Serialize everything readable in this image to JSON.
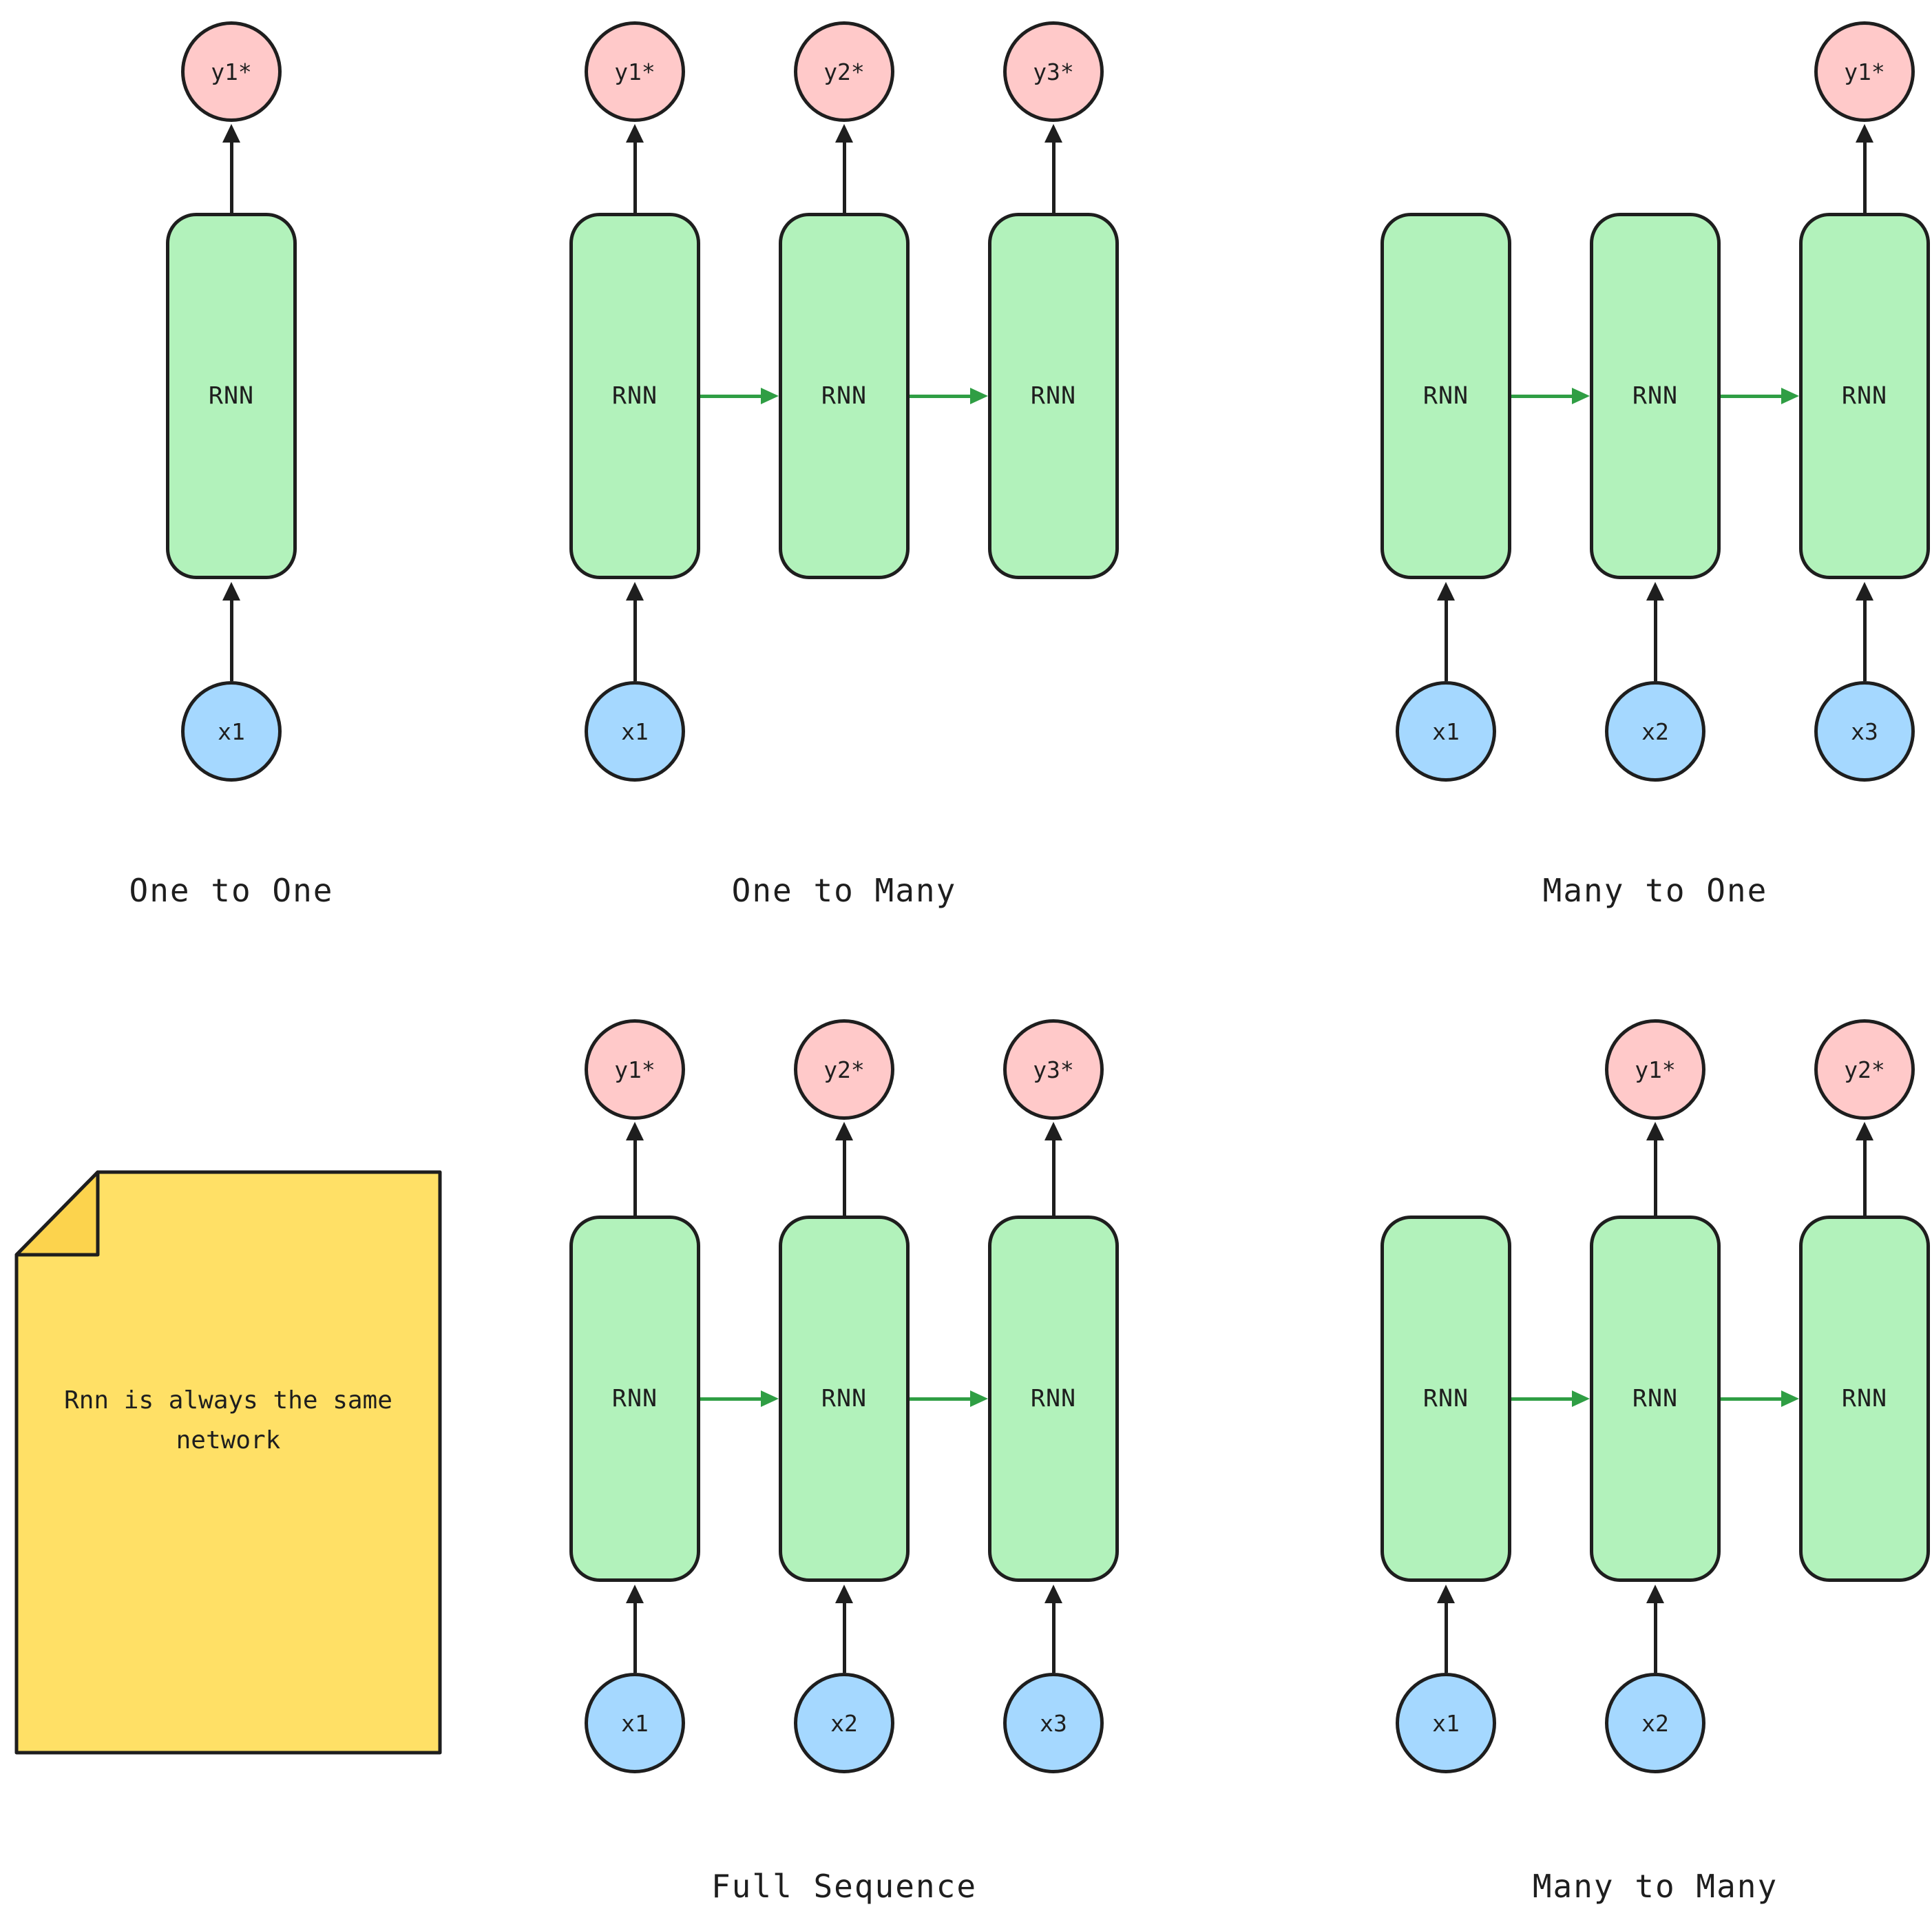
{
  "colors": {
    "background": "#ffffff",
    "stroke": "#1e1e1e",
    "text": "#1e1e1e",
    "rnn_fill": "#b2f2bb",
    "input_fill": "#a5d8ff",
    "output_fill": "#ffc9c9",
    "arrow_black": "#1e1e1e",
    "arrow_green": "#2f9e44",
    "note_fill": "#ffe066",
    "note_fold": "#fcd34d"
  },
  "note": {
    "text": "Rnn is always the same network"
  },
  "panels": {
    "one_to_one": {
      "caption": "One to One",
      "outputs": [
        "y1*"
      ],
      "rnn": [
        "RNN"
      ],
      "inputs": [
        "x1"
      ]
    },
    "one_to_many": {
      "caption": "One to Many",
      "outputs": [
        "y1*",
        "y2*",
        "y3*"
      ],
      "rnn": [
        "RNN",
        "RNN",
        "RNN"
      ],
      "inputs": [
        "x1"
      ]
    },
    "many_to_one": {
      "caption": "Many to One",
      "outputs": [
        "y1*"
      ],
      "rnn": [
        "RNN",
        "RNN",
        "RNN"
      ],
      "inputs": [
        "x1",
        "x2",
        "x3"
      ]
    },
    "full_sequence": {
      "caption": "Full Sequence",
      "outputs": [
        "y1*",
        "y2*",
        "y3*"
      ],
      "rnn": [
        "RNN",
        "RNN",
        "RNN"
      ],
      "inputs": [
        "x1",
        "x2",
        "x3"
      ]
    },
    "many_to_many": {
      "caption": "Many to Many",
      "outputs": [
        "y1*",
        "y2*"
      ],
      "rnn": [
        "RNN",
        "RNN",
        "RNN"
      ],
      "inputs": [
        "x1",
        "x2"
      ]
    }
  }
}
